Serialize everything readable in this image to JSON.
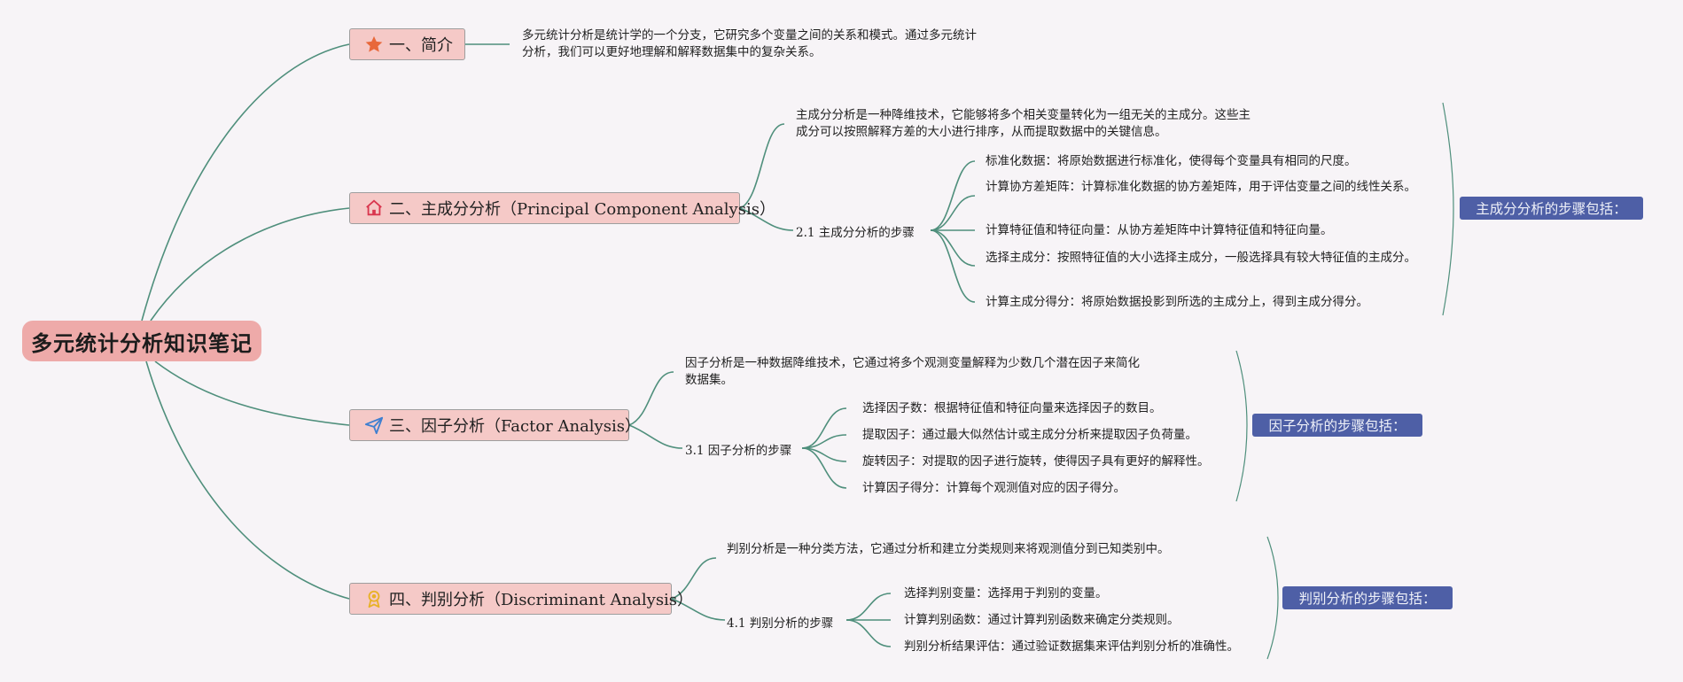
{
  "mindmap": {
    "root": "多元统计分析知识笔记",
    "colors": {
      "link": "#4f8f7c",
      "topic_bg": "#f5c9c7",
      "root_bg": "#eeaaa9",
      "summary_bg": "#4e5fa6"
    },
    "topics": [
      {
        "label": "一、简介",
        "icon": "star-icon",
        "description": "多元统计分析是统计学的一个分支，它研究多个变量之间的关系和模式。通过多元统计分析，我们可以更好地理解和解释数据集中的复杂关系。"
      },
      {
        "label": "二、主成分分析（Principal Component Analysis）",
        "icon": "home-icon",
        "description": "主成分分析是一种降维技术，它能够将多个相关变量转化为一组无关的主成分。这些主成分可以按照解释方差的大小进行排序，从而提取数据中的关键信息。",
        "steps_label": "2.1 主成分分析的步骤",
        "steps": [
          "标准化数据：将原始数据进行标准化，使得每个变量具有相同的尺度。",
          "计算协方差矩阵：计算标准化数据的协方差矩阵，用于评估变量之间的线性关系。",
          "计算特征值和特征向量：从协方差矩阵中计算特征值和特征向量。",
          "选择主成分：按照特征值的大小选择主成分，一般选择具有较大特征值的主成分。",
          "计算主成分得分：将原始数据投影到所选的主成分上，得到主成分得分。"
        ],
        "summary": "主成分分析的步骤包括："
      },
      {
        "label": "三、因子分析（Factor Analysis）",
        "icon": "paper-plane-icon",
        "description": "因子分析是一种数据降维技术，它通过将多个观测变量解释为少数几个潜在因子来简化数据集。",
        "steps_label": "3.1 因子分析的步骤",
        "steps": [
          "选择因子数：根据特征值和特征向量来选择因子的数目。",
          "提取因子：通过最大似然估计或主成分分析来提取因子负荷量。",
          "旋转因子：对提取的因子进行旋转，使得因子具有更好的解释性。",
          "计算因子得分：计算每个观测值对应的因子得分。"
        ],
        "summary": "因子分析的步骤包括："
      },
      {
        "label": "四、判别分析（Discriminant Analysis）",
        "icon": "award-icon",
        "description": "判别分析是一种分类方法，它通过分析和建立分类规则来将观测值分到已知类别中。",
        "steps_label": "4.1 判别分析的步骤",
        "steps": [
          "选择判别变量：选择用于判别的变量。",
          "计算判别函数：通过计算判别函数来确定分类规则。",
          "判别分析结果评估：通过验证数据集来评估判别分析的准确性。"
        ],
        "summary": "判别分析的步骤包括："
      }
    ]
  }
}
